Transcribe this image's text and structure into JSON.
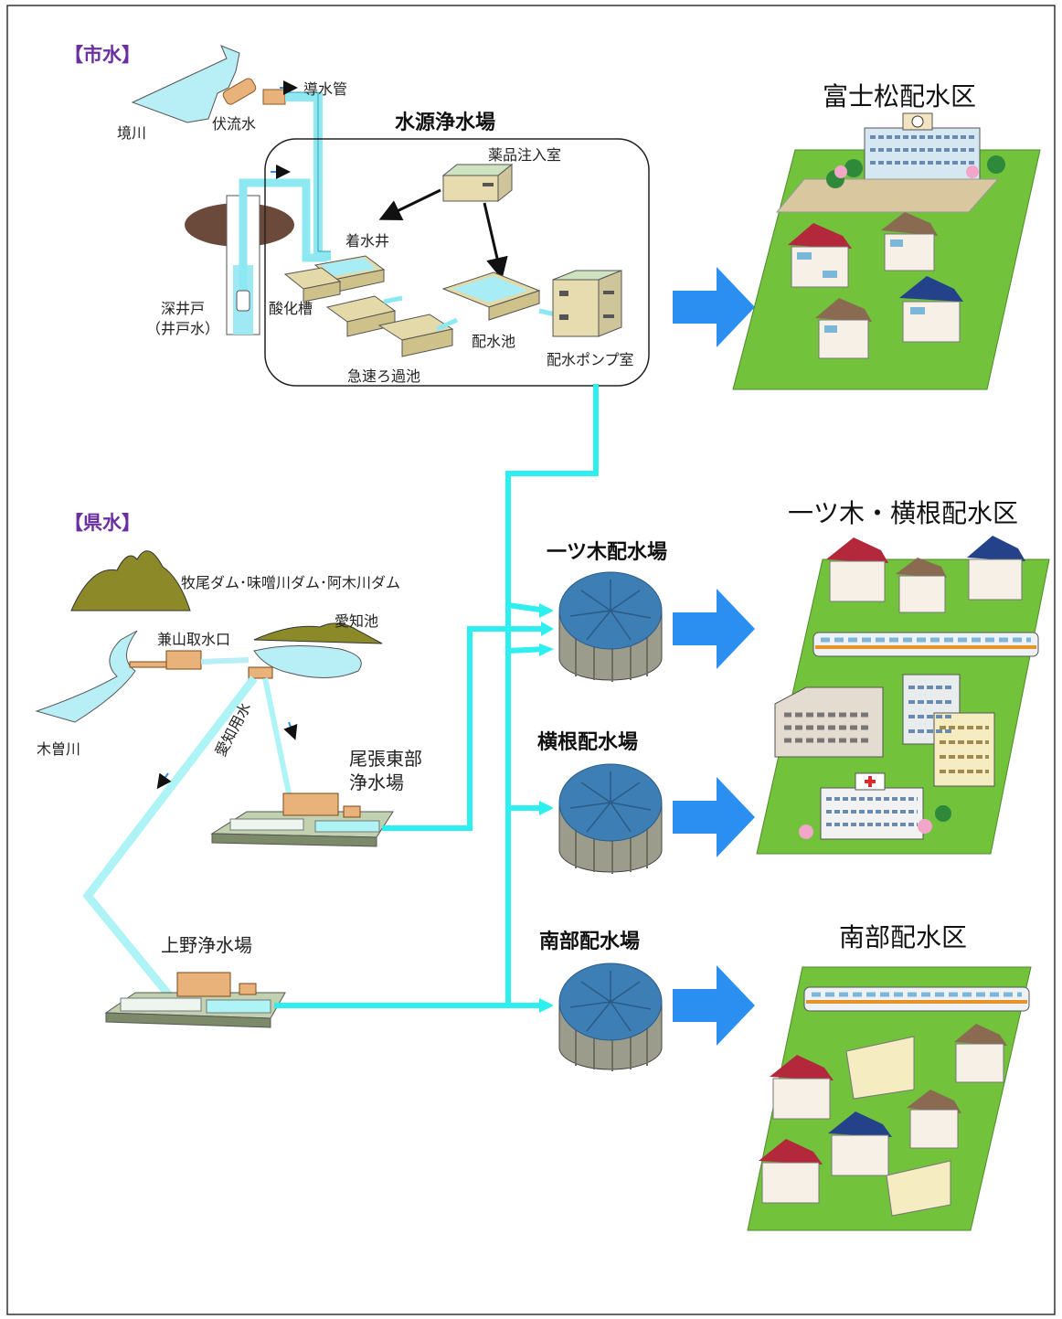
{
  "city_water": {
    "section_label": "【市水】",
    "source_river": "境川",
    "underflow": "伏流水",
    "conduit": "導水管",
    "plant_name": "水源浄水場",
    "chemical_room": "薬品注入室",
    "receiving_well": "着水井",
    "oxidation_tank": "酸化槽",
    "deep_well_1": "深井戸",
    "deep_well_2": "（井戸水）",
    "rapid_filter": "急速ろ過池",
    "distribution_reservoir": "配水池",
    "pump_room": "配水ポンプ室"
  },
  "prefectural_water": {
    "section_label": "【県水】",
    "dams": "牧尾ダム･味噌川ダム･阿木川ダム",
    "aichi_pond": "愛知池",
    "intake": "兼山取水口",
    "kiso_river": "木曽川",
    "aichi_canal": "愛知用水",
    "owari_plant_1": "尾張東部",
    "owari_plant_2": "浄水場",
    "ueno_plant": "上野浄水場"
  },
  "distribution_stations": [
    {
      "name": "一ツ木配水場"
    },
    {
      "name": "横根配水場"
    },
    {
      "name": "南部配水場"
    }
  ],
  "districts": [
    {
      "name": "富士松配水区"
    },
    {
      "name": "一ツ木・横根配水区"
    },
    {
      "name": "南部配水区"
    }
  ],
  "colors": {
    "pipe": "#2eeff0",
    "light_pipe": "#aef3f6",
    "arrow": "#2a8ff0",
    "grass": "#72c23c",
    "tank_top": "#3d7fb5",
    "tank_side": "#9c9c8c",
    "section": "#6a2fa0"
  }
}
